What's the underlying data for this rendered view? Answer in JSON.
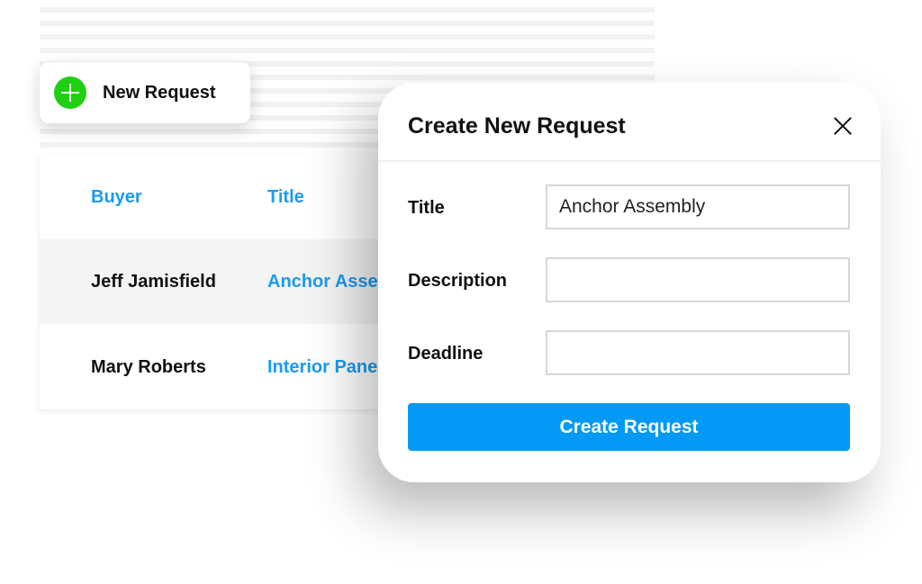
{
  "toolbar": {
    "new_request_label": "New Request",
    "new_request_icon": "plus-circle-icon",
    "accent": "#1fcf12"
  },
  "table": {
    "headers": [
      "Buyer",
      "Title"
    ],
    "rows": [
      {
        "buyer": "Jeff Jamisfield",
        "title": "Anchor Asse"
      },
      {
        "buyer": "Mary Roberts",
        "title": "Interior Pane"
      }
    ],
    "link_color": "#1a9bf0"
  },
  "modal": {
    "title": "Create New Request",
    "close_icon": "close-icon",
    "fields": [
      {
        "label": "Title",
        "value": "Anchor Assembly"
      },
      {
        "label": "Description",
        "value": ""
      },
      {
        "label": "Deadline",
        "value": ""
      }
    ],
    "submit_label": "Create Request",
    "button_color": "#0399f5"
  }
}
